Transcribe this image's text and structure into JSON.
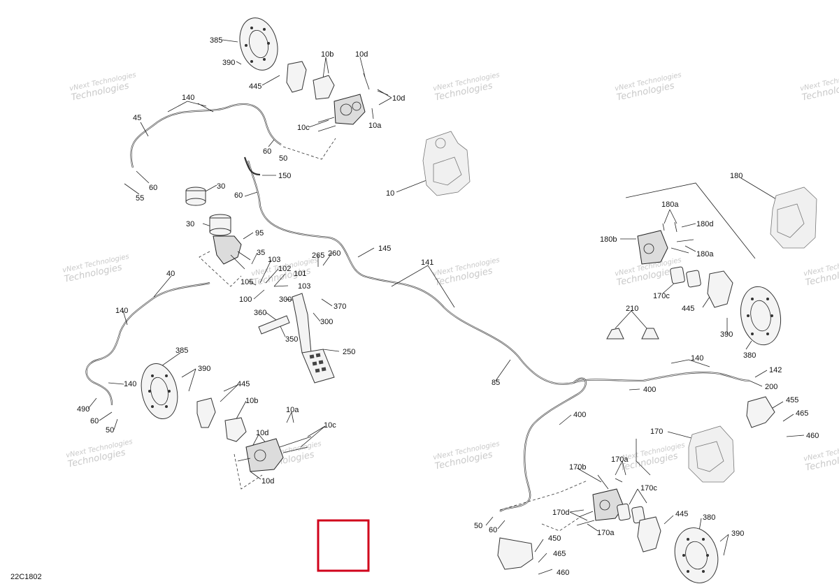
{
  "diagram_code": "22C1802",
  "watermark": "vNext Technologies",
  "highlight_color": "#d0021b",
  "callouts": {
    "c385a": "385",
    "c390a": "390",
    "c445a": "445",
    "c10b_a": "10b",
    "c10d_a": "10d",
    "c10d_b": "10d",
    "c10c_a": "10c",
    "c10a_a": "10a",
    "c140a": "140",
    "c45": "45",
    "c60a": "60",
    "c50a": "50",
    "c60b": "60",
    "c55": "55",
    "c150": "150",
    "c30a": "30",
    "c60c": "60",
    "c30b": "30",
    "c95": "95",
    "c35": "35",
    "c10": "10",
    "c180": "180",
    "c180a_a": "180a",
    "c180d": "180d",
    "c180b": "180b",
    "c180a_b": "180a",
    "c103a": "103",
    "c102": "102",
    "c101": "101",
    "c265": "265",
    "c260": "260",
    "c145": "145",
    "c141": "141",
    "c105": "105",
    "c103b": "103",
    "c100": "100",
    "c300a": "300",
    "c370": "370",
    "c300b": "300",
    "c360": "360",
    "c350": "350",
    "c250": "250",
    "c40": "40",
    "c140b": "140",
    "c170c_a": "170c",
    "c445b": "445",
    "c210": "210",
    "c390b": "390",
    "c380a": "380",
    "c385b": "385",
    "c390c": "390",
    "c140c": "140",
    "c490": "490",
    "c60d": "60",
    "c50b": "50",
    "c445c": "445",
    "c10b_b": "10b",
    "c10a_b": "10a",
    "c10c_b": "10c",
    "c10d_c": "10d",
    "c85": "85",
    "c140d": "140",
    "c142": "142",
    "c200": "200",
    "c400a": "400",
    "c400b": "400",
    "c455": "455",
    "c465a": "465",
    "c460a": "460",
    "c170": "170",
    "c170b": "170b",
    "c170a_a": "170a",
    "c170c_b": "170c",
    "c170d": "170d",
    "c170a_b": "170a",
    "c445d": "445",
    "c380b": "380",
    "c390d": "390",
    "c450": "450",
    "c465b": "465",
    "c460b": "460",
    "c50c": "50",
    "c60e": "60"
  }
}
